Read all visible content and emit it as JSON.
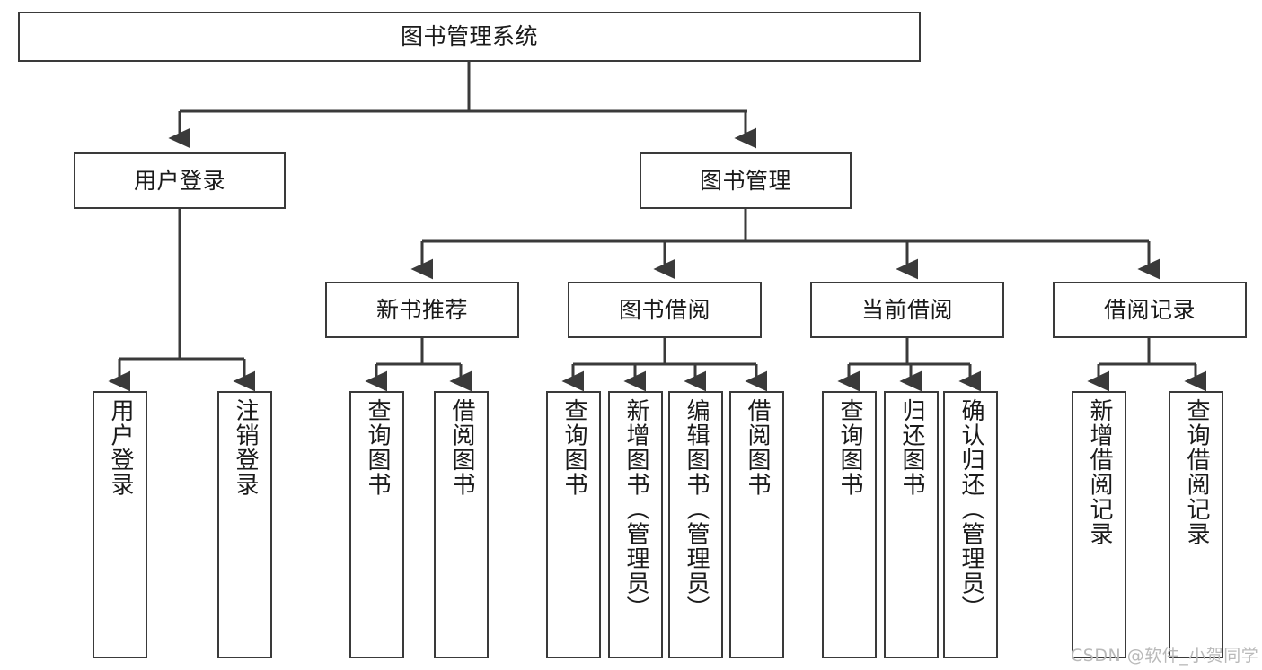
{
  "diagram": {
    "type": "tree",
    "title": "图书管理系统",
    "watermark": "CSDN @软件_小贺同学",
    "colors": {
      "box_border": "#3a3a3a",
      "box_fill": "#ffffff",
      "connector": "#3a3a3a",
      "text": "#1a1a1a",
      "watermark": "#b9b9b9"
    },
    "levels": {
      "root": {
        "label": "图书管理系统"
      },
      "level2": [
        {
          "id": "user-login",
          "label": "用户登录"
        },
        {
          "id": "book-management",
          "label": "图书管理"
        }
      ],
      "level3": [
        {
          "id": "new-book-recommend",
          "label": "新书推荐"
        },
        {
          "id": "book-borrow",
          "label": "图书借阅"
        },
        {
          "id": "current-borrow",
          "label": "当前借阅"
        },
        {
          "id": "borrow-record",
          "label": "借阅记录"
        }
      ],
      "leaves": [
        {
          "id": "leaf-user-login",
          "label": "用户登录",
          "parent": "user-login"
        },
        {
          "id": "leaf-logout",
          "label": "注销登录",
          "parent": "user-login"
        },
        {
          "id": "leaf-query-book-1",
          "label": "查询图书",
          "parent": "new-book-recommend"
        },
        {
          "id": "leaf-borrow-book-1",
          "label": "借阅图书",
          "parent": "new-book-recommend"
        },
        {
          "id": "leaf-query-book-2",
          "label": "查询图书",
          "parent": "book-borrow"
        },
        {
          "id": "leaf-add-book",
          "label": "新增图书（管理员）",
          "parent": "book-borrow"
        },
        {
          "id": "leaf-edit-book",
          "label": "编辑图书（管理员）",
          "parent": "book-borrow"
        },
        {
          "id": "leaf-borrow-book-2",
          "label": "借阅图书",
          "parent": "book-borrow"
        },
        {
          "id": "leaf-query-book-3",
          "label": "查询图书",
          "parent": "current-borrow"
        },
        {
          "id": "leaf-return-book",
          "label": "归还图书",
          "parent": "current-borrow"
        },
        {
          "id": "leaf-confirm-return",
          "label": "确认归还（管理员）",
          "parent": "current-borrow"
        },
        {
          "id": "leaf-add-record",
          "label": "新增借阅记录",
          "parent": "borrow-record"
        },
        {
          "id": "leaf-query-record",
          "label": "查询借阅记录",
          "parent": "borrow-record"
        }
      ]
    }
  }
}
